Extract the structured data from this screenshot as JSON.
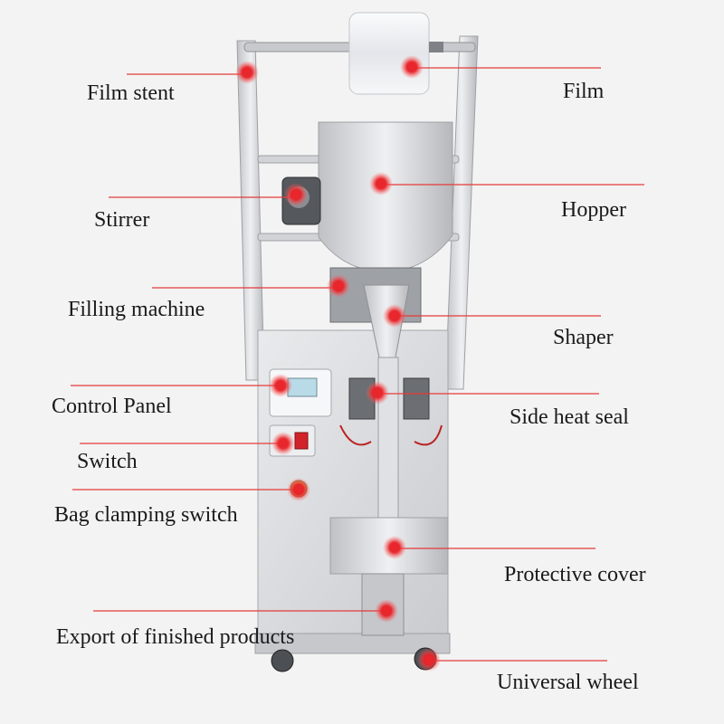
{
  "theme": {
    "background": "#f3f3f3",
    "marker": "#e8262b",
    "leader_line": "#e53a3a",
    "metal": "#d4d5d8",
    "metal_dark": "#9ea0a4"
  },
  "callouts": [
    {
      "id": "film-stent",
      "label": "Film stent"
    },
    {
      "id": "film",
      "label": "Film"
    },
    {
      "id": "stirrer",
      "label": "Stirrer"
    },
    {
      "id": "hopper",
      "label": "Hopper"
    },
    {
      "id": "filling-machine",
      "label": "Filling machine"
    },
    {
      "id": "shaper",
      "label": "Shaper"
    },
    {
      "id": "control-panel",
      "label": "Control Panel"
    },
    {
      "id": "side-heat-seal",
      "label": "Side heat seal"
    },
    {
      "id": "switch",
      "label": "Switch"
    },
    {
      "id": "bag-clamping-switch",
      "label": "Bag clamping switch"
    },
    {
      "id": "protective-cover",
      "label": "Protective cover"
    },
    {
      "id": "export-of-finished-products",
      "label": "Export of finished products"
    },
    {
      "id": "universal-wheel",
      "label": "Universal wheel"
    }
  ]
}
